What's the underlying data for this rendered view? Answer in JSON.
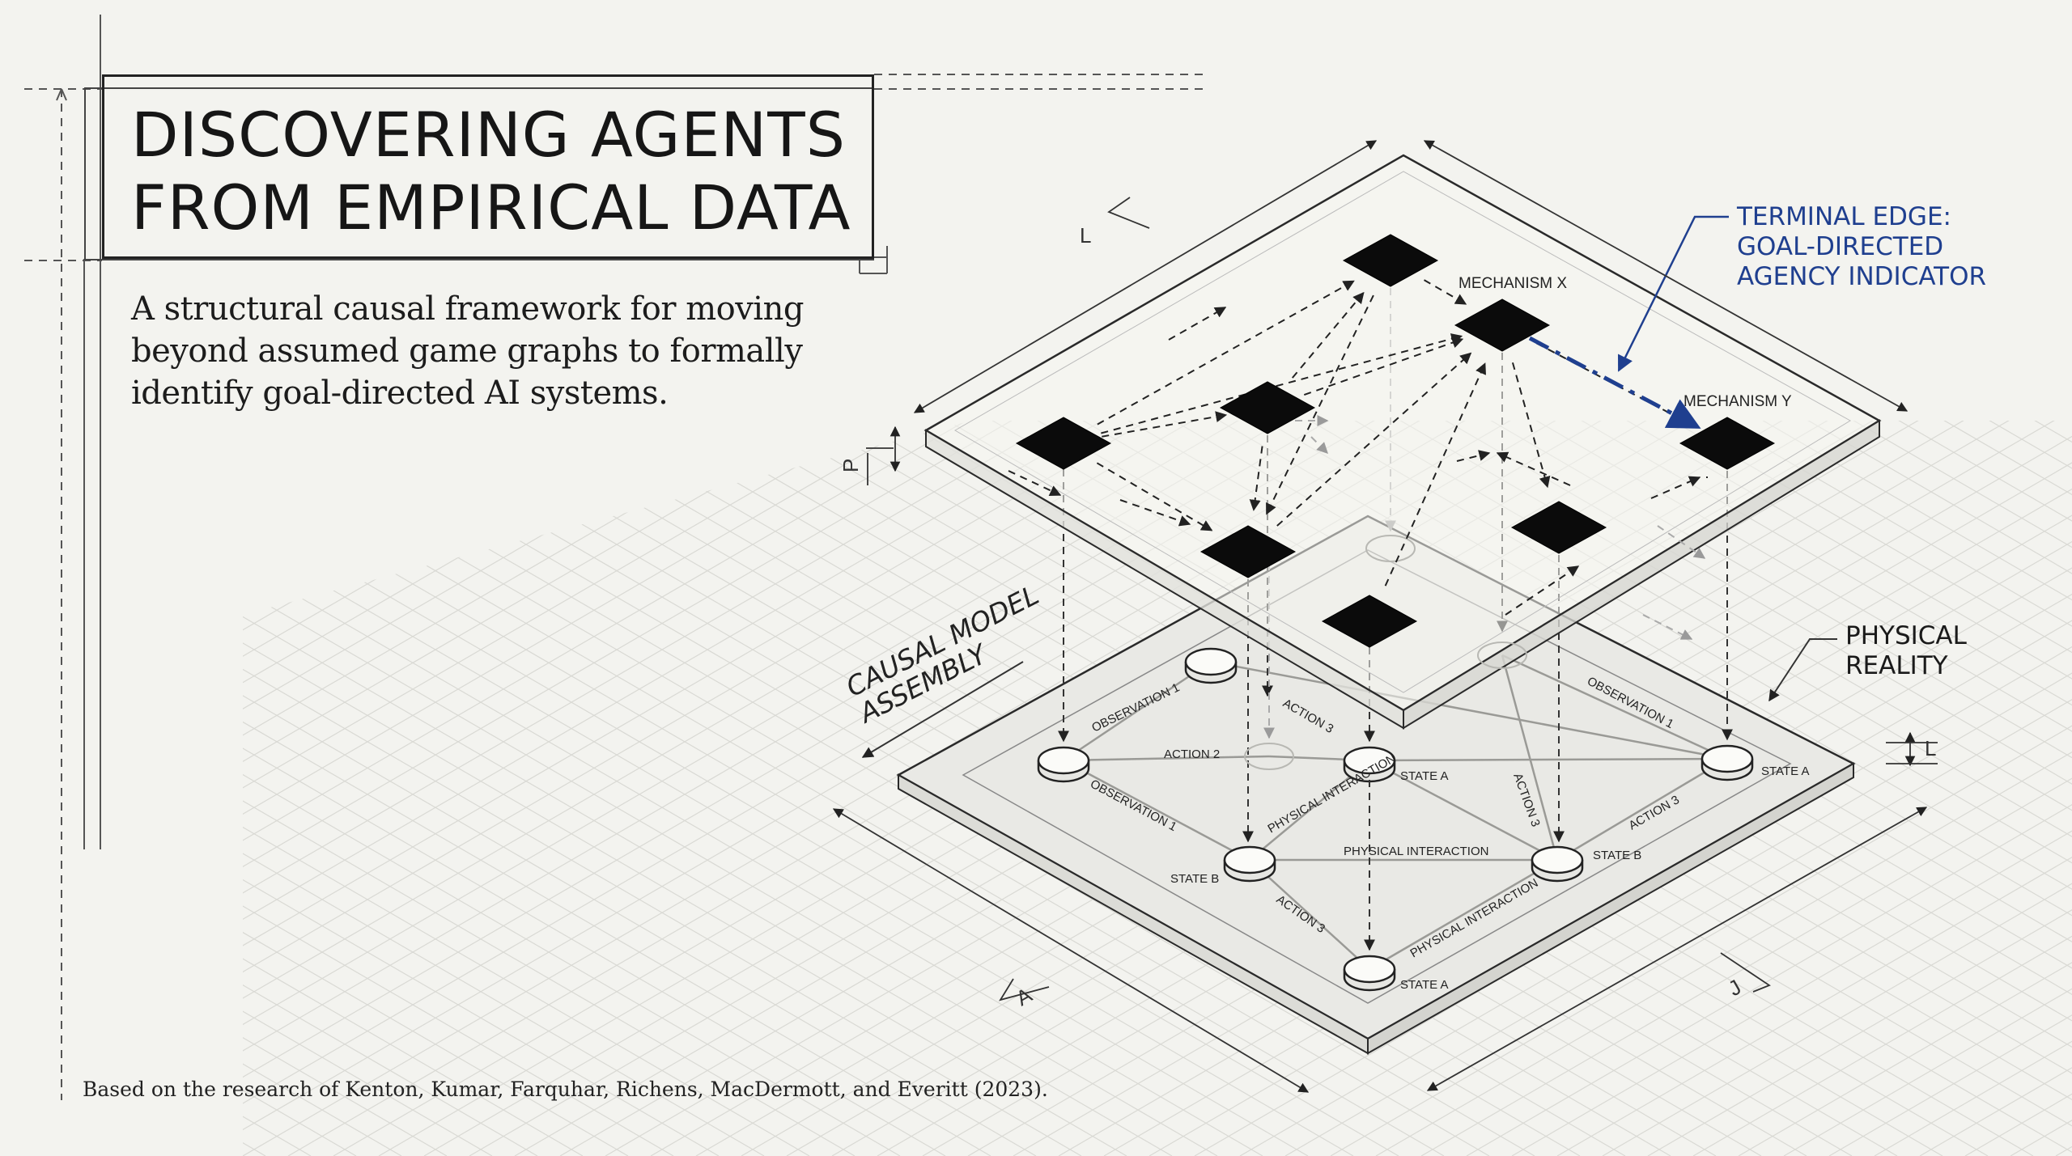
{
  "header": {
    "title_line1": "DISCOVERING AGENTS",
    "title_line2": "FROM EMPIRICAL DATA",
    "subtitle": "A structural causal framework for moving beyond assumed game graphs to formally identify goal-directed AI systems."
  },
  "credit": "Based on the research of Kenton, Kumar, Farquhar, Richens, MacDermott, and Everitt (2023).",
  "callouts": {
    "terminal_edge": "TERMINAL EDGE:\nGOAL-DIRECTED\nAGENCY INDICATOR",
    "physical_reality": "PHYSICAL\nREALITY",
    "causal_model_assembly": "CAUSAL MODEL\nASSEMBLY"
  },
  "top_layer": {
    "mechanism_x": "MECHANISM X",
    "mechanism_y": "MECHANISM Y"
  },
  "bottom_layer": {
    "labels": {
      "observation_1a": "OBSERVATION 1",
      "action_3a": "ACTION 3",
      "observation_1b": "OBSERVATION 1",
      "action_2": "ACTION 2",
      "state_a1": "STATE A",
      "state_a2": "STATE A",
      "observation_1c": "OBSERVATION 1",
      "physical_interaction_1": "PHYSICAL INTERACTION",
      "action_3b": "ACTION 3",
      "action_3c": "ACTION 3",
      "physical_interaction_2": "PHYSICAL INTERACTION",
      "state_b1": "STATE B",
      "state_b2": "STATE B",
      "action_3d": "ACTION 3",
      "physical_interaction_3": "PHYSICAL INTERACTION",
      "state_a3": "STATE A"
    }
  },
  "dimension_marks": {
    "top_left": "L",
    "right_side": "L",
    "bottom_left": "A",
    "bottom_right": "J",
    "left_side": "P"
  },
  "colors": {
    "background": "#f3f3ef",
    "ink": "#111111",
    "accent_blue": "#1f3f8f",
    "grid": "#d6d6d2"
  }
}
